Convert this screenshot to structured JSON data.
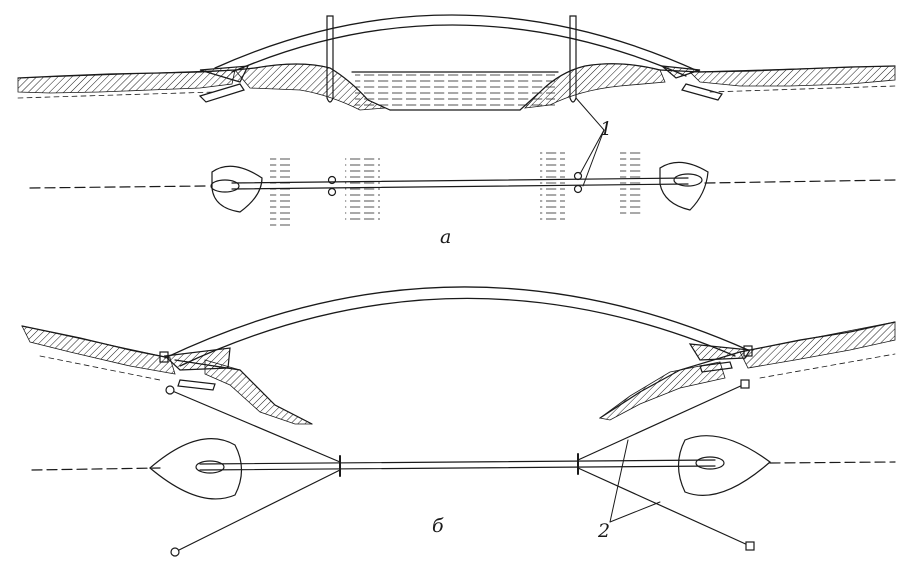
{
  "labels": {
    "callout_1": "1",
    "callout_2": "2",
    "fig_a": "а",
    "fig_b": "б"
  },
  "colors": {
    "ink": "#1a1a1a",
    "paper": "#ffffff"
  }
}
